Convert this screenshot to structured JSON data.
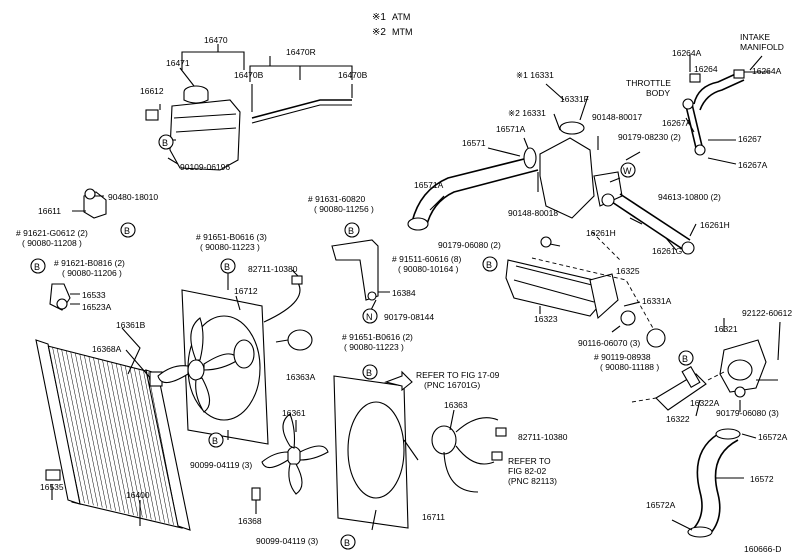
{
  "legend": {
    "atm_mark": "※1",
    "atm_label": "ATM",
    "mtm_mark": "※2",
    "mtm_label": "MTM"
  },
  "circle_markers": {
    "b": "B",
    "n": "N",
    "w": "W"
  },
  "callouts": [
    {
      "id": "p16470",
      "text": "16470"
    },
    {
      "id": "p16471",
      "text": "16471"
    },
    {
      "id": "p16470R",
      "text": "16470R"
    },
    {
      "id": "p16470B_a",
      "text": "16470B"
    },
    {
      "id": "p16470B_b",
      "text": "16470B"
    },
    {
      "id": "p16612",
      "text": "16612"
    },
    {
      "id": "p90109",
      "text": "90109-06196"
    },
    {
      "id": "p90480",
      "text": "90480-18010"
    },
    {
      "id": "p16611",
      "text": "16611"
    },
    {
      "id": "p91621_1",
      "text": "# 91621-G0612 (2)"
    },
    {
      "id": "p90080_11208",
      "text": "( 90080-11208 )"
    },
    {
      "id": "p91621_2",
      "text": "# 91621-B0816 (2)"
    },
    {
      "id": "p90080_11206",
      "text": "( 90080-11206 )"
    },
    {
      "id": "p16533",
      "text": "16533"
    },
    {
      "id": "p16523A",
      "text": "16523A"
    },
    {
      "id": "p16361B",
      "text": "16361B"
    },
    {
      "id": "p16368A",
      "text": "16368A"
    },
    {
      "id": "p16535",
      "text": "16535"
    },
    {
      "id": "p16400",
      "text": "16400"
    },
    {
      "id": "p91651_1",
      "text": "# 91651-B0616 (3)"
    },
    {
      "id": "p90080_11223a",
      "text": "( 90080-11223 )"
    },
    {
      "id": "p82711_a",
      "text": "82711-10380"
    },
    {
      "id": "p16712",
      "text": "16712"
    },
    {
      "id": "p16363A",
      "text": "16363A"
    },
    {
      "id": "p90099_a",
      "text": "90099-04119 (3)"
    },
    {
      "id": "p16361",
      "text": "16361"
    },
    {
      "id": "p16368",
      "text": "16368"
    },
    {
      "id": "p90099_b",
      "text": "90099-04119 (3)"
    },
    {
      "id": "p91631",
      "text": "# 91631-60820"
    },
    {
      "id": "p90080_11256",
      "text": "( 90080-11256 )"
    },
    {
      "id": "p16384",
      "text": "16384"
    },
    {
      "id": "p90179_08144",
      "text": "90179-08144"
    },
    {
      "id": "p91651_2",
      "text": "# 91651-B0616 (2)"
    },
    {
      "id": "p90080_11223b",
      "text": "( 90080-11223 )"
    },
    {
      "id": "p_ref1709",
      "text": "REFER TO FIG 17-09"
    },
    {
      "id": "p_pnc16701g",
      "text": "(PNC 16701G)"
    },
    {
      "id": "p16363",
      "text": "16363"
    },
    {
      "id": "p82711_b",
      "text": "82711-10380"
    },
    {
      "id": "p_ref8202a",
      "text": "REFER TO"
    },
    {
      "id": "p_ref8202b",
      "text": "FIG 82-02"
    },
    {
      "id": "p_pnc82113",
      "text": "(PNC 82113)"
    },
    {
      "id": "p16711",
      "text": "16711"
    },
    {
      "id": "p16331_star",
      "text": "※1 16331"
    },
    {
      "id": "p16331F",
      "text": "16331F"
    },
    {
      "id": "p16331_star2",
      "text": "※2 16331"
    },
    {
      "id": "p16571A_a",
      "text": "16571A"
    },
    {
      "id": "p16571",
      "text": "16571"
    },
    {
      "id": "p16571A_b",
      "text": "16571A"
    },
    {
      "id": "p90148_80017",
      "text": "90148-80017"
    },
    {
      "id": "p90179_08230",
      "text": "90179-08230 (2)"
    },
    {
      "id": "p94613",
      "text": "94613-10800 (2)"
    },
    {
      "id": "p90148_80018",
      "text": "90148-80018"
    },
    {
      "id": "p16261H_a",
      "text": "16261H"
    },
    {
      "id": "p16261H_b",
      "text": "16261H"
    },
    {
      "id": "p16261G",
      "text": "16261G"
    },
    {
      "id": "p90179_06080a",
      "text": "90179-06080 (2)"
    },
    {
      "id": "p91511",
      "text": "# 91511-60616 (8)"
    },
    {
      "id": "p90080_10164",
      "text": "( 90080-10164 )"
    },
    {
      "id": "p16325",
      "text": "16325"
    },
    {
      "id": "p16323",
      "text": "16323"
    },
    {
      "id": "p16331A",
      "text": "16331A"
    },
    {
      "id": "p90116",
      "text": "90116-06070 (3)"
    },
    {
      "id": "p90119",
      "text": "# 90119-08938"
    },
    {
      "id": "p90080_11188",
      "text": "( 90080-11188 )"
    },
    {
      "id": "p16322A",
      "text": "16322A"
    },
    {
      "id": "p16322",
      "text": "16322"
    },
    {
      "id": "p90179_06080b",
      "text": "90179-06080 (3)"
    },
    {
      "id": "p16321",
      "text": "16321"
    },
    {
      "id": "p92122",
      "text": "92122-60612"
    },
    {
      "id": "p16572A_a",
      "text": "16572A"
    },
    {
      "id": "p16572",
      "text": "16572"
    },
    {
      "id": "p16572A_b",
      "text": "16572A"
    },
    {
      "id": "p16264A_a",
      "text": "16264A"
    },
    {
      "id": "p16264",
      "text": "16264"
    },
    {
      "id": "p16264A_b",
      "text": "16264A"
    },
    {
      "id": "p_intake1",
      "text": "INTAKE"
    },
    {
      "id": "p_intake2",
      "text": "MANIFOLD"
    },
    {
      "id": "p_throttle1",
      "text": "THROTTLE"
    },
    {
      "id": "p_throttle2",
      "text": "BODY"
    },
    {
      "id": "p16267A_a",
      "text": "16267A"
    },
    {
      "id": "p16267",
      "text": "16267"
    },
    {
      "id": "p16267A_b",
      "text": "16267A"
    }
  ],
  "figure_code": "160666-D"
}
